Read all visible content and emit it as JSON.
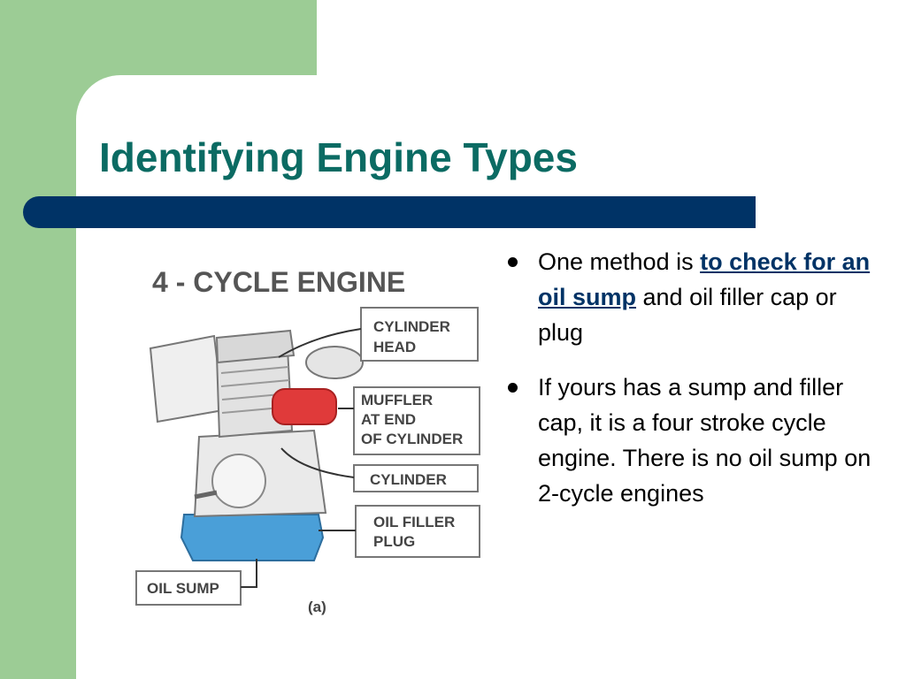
{
  "slide": {
    "title": "Identifying Engine Types"
  },
  "bullets": [
    {
      "prefix": "One method is ",
      "highlight": "to check for an oil sump",
      "suffix": " and oil filler cap or plug"
    },
    {
      "text": "If yours has a sump and filler cap, it is a four stroke cycle engine. There is no oil sump on 2-cycle engines"
    }
  ],
  "figure": {
    "heading": "4 - CYCLE ENGINE",
    "labels": {
      "cylinder_head_1": "CYLINDER",
      "cylinder_head_2": "HEAD",
      "muffler_1": "MUFFLER",
      "muffler_2": "AT END",
      "muffler_3": "OF CYLINDER",
      "cylinder": "CYLINDER",
      "oil_filler_1": "OIL FILLER",
      "oil_filler_2": "PLUG",
      "oil_sump": "OIL SUMP"
    },
    "caption": "(a)"
  },
  "colors": {
    "background": "#9ccc95",
    "title": "#0b6b63",
    "bar": "#003366",
    "engine_base": "#4a9fd8",
    "muffler": "#e03a3a"
  }
}
